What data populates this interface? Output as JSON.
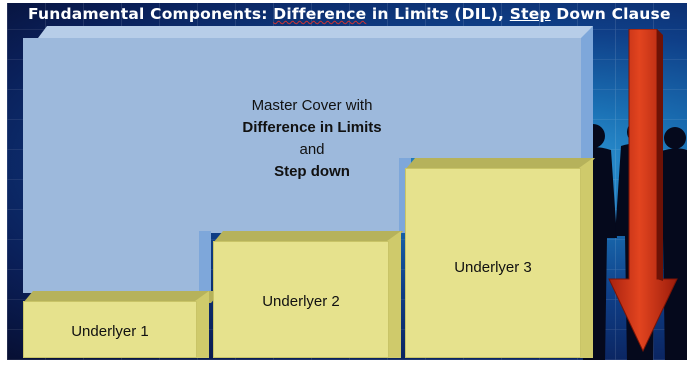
{
  "slide": {
    "title": {
      "prefix": "Fundamental Components: ",
      "part1": "Difference",
      "part2": " in Limits (DIL), ",
      "part3": "Step",
      "part4": " Down Clause"
    }
  },
  "master_cover": {
    "line1": "Master Cover with",
    "line2": "Difference in Limits",
    "line3": "and",
    "line4": "Step down"
  },
  "underlyers": [
    {
      "label": "Underlyer 1"
    },
    {
      "label": "Underlyer 2"
    },
    {
      "label": "Underlyer 3"
    }
  ],
  "colors": {
    "master_front": "#9db9dc",
    "underlyer_front": "#e6e28d",
    "arrow": "#d8361b",
    "background": "#0f3f88"
  },
  "icons": [
    "down-arrow-icon",
    "silhouette-figures"
  ]
}
